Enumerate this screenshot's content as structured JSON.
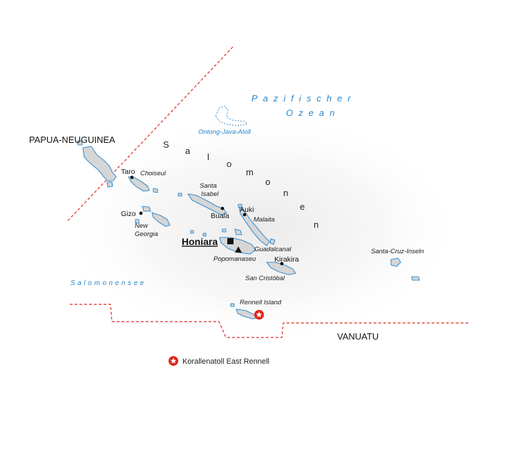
{
  "countries": {
    "papua": "PAPUA-NEUGUINEA",
    "vanuatu": "VANUATU"
  },
  "country_name_letters": [
    "S",
    "a",
    "l",
    "o",
    "m",
    "o",
    "n",
    "e",
    "n"
  ],
  "seas": {
    "pacific_line1": "Pazifischer",
    "pacific_line2": "Ozean",
    "solomon_sea": "Salomonensee"
  },
  "atoll": "Ontong-Java-Atoll",
  "islands": {
    "choiseul": "Choiseul",
    "santa_isabel_1": "Santa",
    "santa_isabel_2": "Isabel",
    "malaita": "Malaita",
    "new_georgia_1": "New",
    "new_georgia_2": "Georgia",
    "guadalcanal": "Guadalcanal",
    "san_cristobal": "San Cristóbal",
    "santa_cruz": "Santa-Cruz-Inseln",
    "rennell": "Rennell Island"
  },
  "places": {
    "taro": "Taro",
    "gizo": "Gizo",
    "buala": "Buala",
    "auki": "Auki",
    "kirakira": "Kirakira",
    "capital": "Honiara",
    "peak": "Popomanaseu"
  },
  "legend": {
    "heritage_site": "Korallenatoll East Rennell"
  },
  "colors": {
    "water_label": "#2a86c8",
    "coastline": "#3a8fd0",
    "land": "#d6d6d6",
    "border": "#e0251b",
    "heritage_marker": "#e0251b"
  }
}
